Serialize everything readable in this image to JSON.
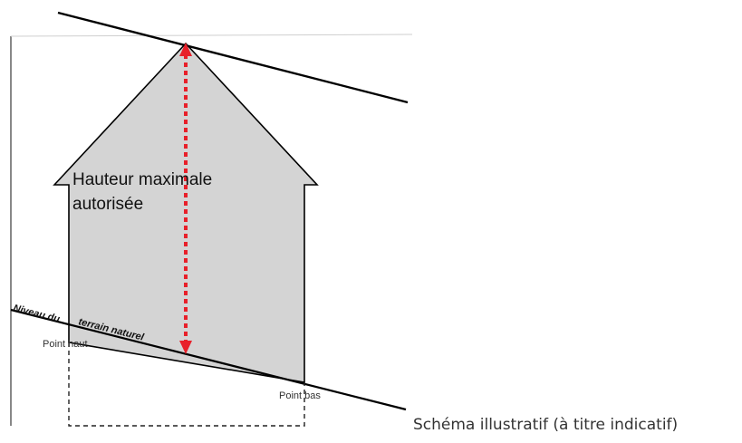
{
  "labels": {
    "max_height_line1": "Hauteur maximale",
    "max_height_line2": "autorisée",
    "ground_left": "Niveau du",
    "ground_right": "terrain naturel",
    "point_high": "Point haut",
    "point_low": "Point bas"
  },
  "caption": "Schéma illustratif (à titre indicatif)",
  "colors": {
    "house_fill": "#d4d4d4",
    "outline": "#000000",
    "height_arrow": "#e8202a",
    "guide_dashes": "#000000"
  }
}
